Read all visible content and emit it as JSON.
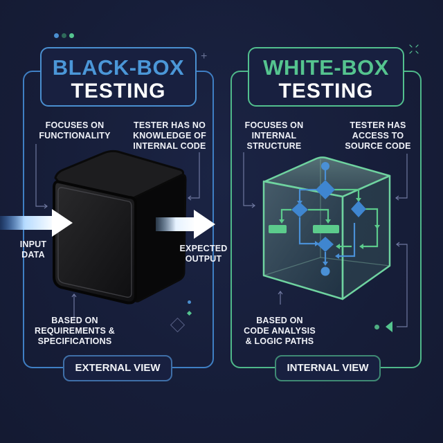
{
  "colors": {
    "background": "#161d38",
    "black_box_accent": "#4b97d8",
    "white_box_accent": "#55c48f",
    "text": "#ffffff",
    "connector": "#7b83a8"
  },
  "decorations": {
    "top_dots": [
      "#4b8fd0",
      "#2f6a5a",
      "#55c48f"
    ],
    "plus_icon": "+",
    "sparkle_icon": "expand-corners"
  },
  "black_box": {
    "title_line1": "BLACK-BOX",
    "title_line2": "TESTING",
    "annotation_top_left": [
      "FOCUSES ON",
      "FUNCTIONALITY"
    ],
    "annotation_top_right": [
      "TESTER HAS NO",
      "KNOWLEDGE OF",
      "INTERNAL CODE"
    ],
    "input_label": [
      "INPUT",
      "DATA"
    ],
    "output_label": [
      "EXPECTED",
      "OUTPUT"
    ],
    "annotation_bottom": [
      "BASED ON",
      "REQUIREMENTS &",
      "SPECIFICATIONS"
    ],
    "view_label": "EXTERNAL VIEW"
  },
  "white_box": {
    "title_line1": "WHITE-BOX",
    "title_line2": "TESTING",
    "annotation_top_left": [
      "FOCUSES ON",
      "INTERNAL",
      "STRUCTURE"
    ],
    "annotation_top_right": [
      "TESTER HAS",
      "ACCESS TO",
      "SOURCE CODE"
    ],
    "annotation_bottom": [
      "BASED ON",
      "CODE ANALYSIS",
      "& LOGIC PATHS"
    ],
    "view_label": "INTERNAL VIEW"
  }
}
